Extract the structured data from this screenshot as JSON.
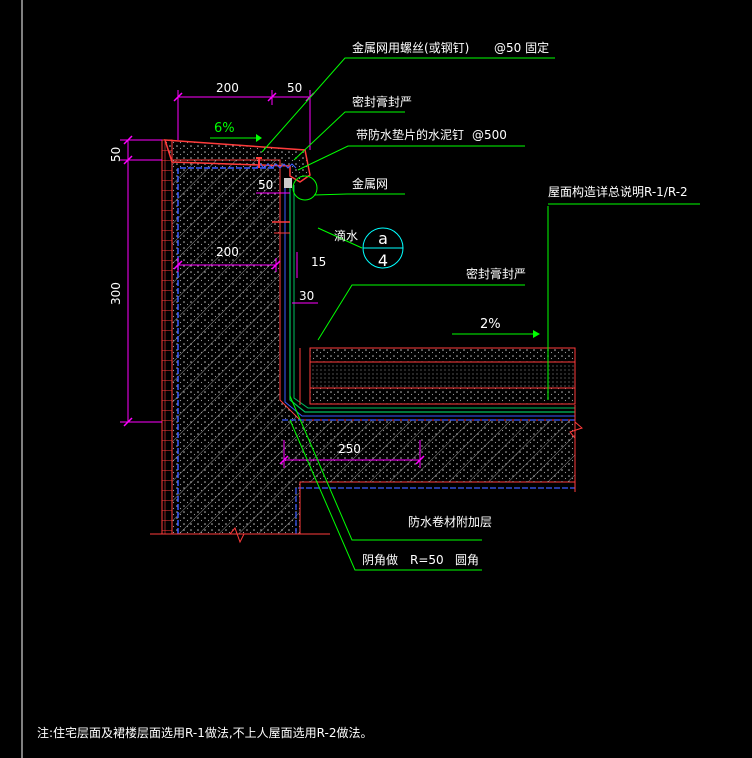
{
  "labels": {
    "metal_mesh_screws": "金属网用螺丝(或钢钉)",
    "metal_mesh_spacing": "@50 固定",
    "sealant_tight_1": "密封膏封严",
    "nail_waterproof": "带防水垫片的水泥钉",
    "nail_spacing": "@500",
    "metal_mesh": "金属网",
    "drip": "滴水",
    "roof_reference": "屋面构造详总说明R-1/R-2",
    "sealant_tight_2": "密封膏封严",
    "membrane_reinforce": "防水卷材附加层",
    "cove_corner": "阴角做",
    "cove_radius": "R=50",
    "cove_round": "圆角"
  },
  "dimensions": {
    "coping_width": "200",
    "drip_width": "50",
    "parapet_height": "300",
    "coping_thickness": "50",
    "inner_width": "200",
    "drip_offset": "50",
    "offset_15": "15",
    "offset_30": "30",
    "slab_length": "250"
  },
  "slopes": {
    "coping": "6%",
    "roof": "2%"
  },
  "detail_marker": {
    "top": "a",
    "bottom": "4"
  },
  "footnote": "注:住宅层面及裙楼层面选用R-1做法,不上人屋面选用R-2做法。",
  "colors": {
    "background": "#000000",
    "outline": "#ff3b3b",
    "hatch": "#9a9a9a",
    "leader": "#00ff00",
    "dimension": "#ff00ff",
    "text": "#ffffff",
    "membrane": "#3a5bff",
    "marker": "#00ffff"
  }
}
